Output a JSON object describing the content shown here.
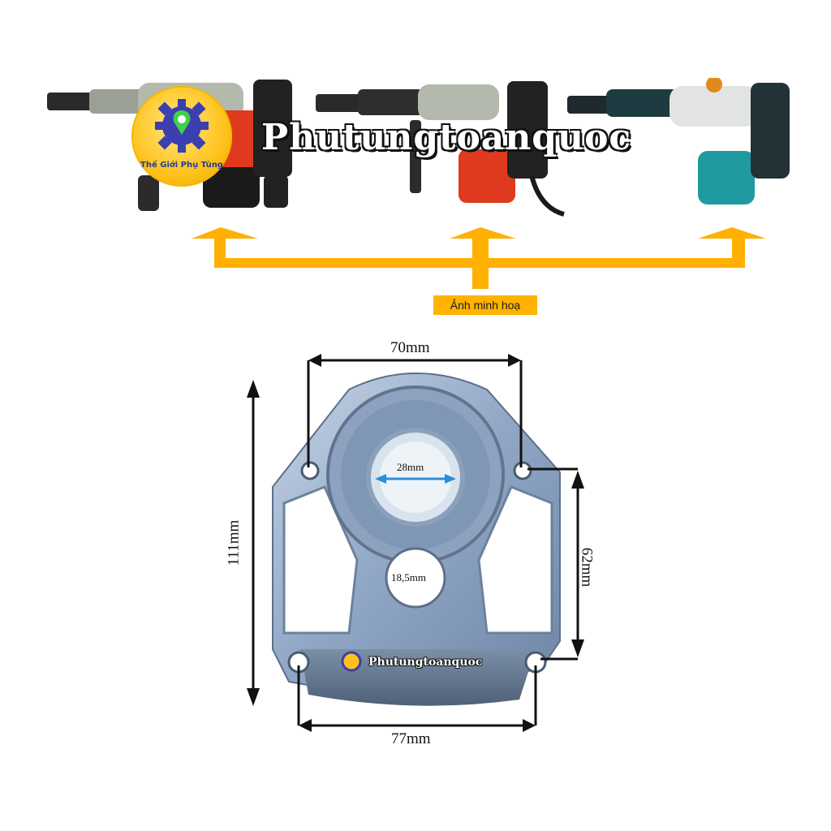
{
  "brand": {
    "watermark": "Phutungtoanquoc",
    "logo_label": "Thế Giới Phụ Tùng"
  },
  "caption": "Ảnh minh hoạ",
  "dimensions": {
    "top_width": "70mm",
    "bottom_width": "77mm",
    "height": "111mm",
    "side_height": "62mm",
    "bore_large": "28mm",
    "bore_small": "18,5mm"
  },
  "part": {
    "brand_label": "Phutungtoanquoc"
  },
  "colors": {
    "arrow": "#ffb000",
    "dimension_line": "#111111",
    "part_metal": "#8fa6c4",
    "tool_red": "#e03a1e",
    "tool_teal": "#1f9aa0"
  },
  "icons": [
    "gear-location-logo-icon",
    "up-arrow-icon",
    "double-arrow-icon"
  ]
}
